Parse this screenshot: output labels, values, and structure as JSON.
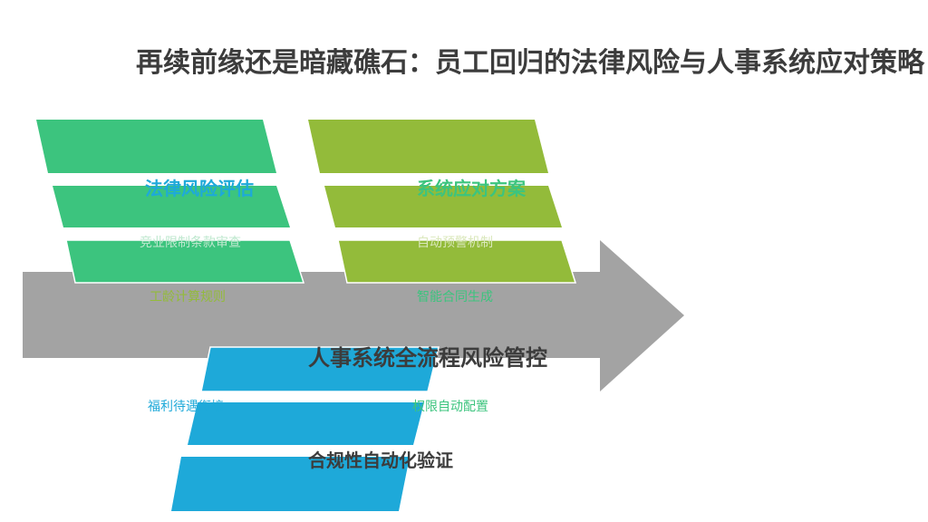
{
  "title": "再续前缘还是暗藏礁石：员工回归的法律风险与人事系统应对策略",
  "colors": {
    "arrow": "#a3a3a3",
    "green": "#3cc47e",
    "olive": "#93bb3a",
    "blue": "#1ea9d9",
    "dark_text": "#3c3c3c"
  },
  "diagram": {
    "center_label": "人事系统全流程风险管控",
    "bottom_label": "合规性自动化验证",
    "group_left": {
      "heading": "法律风险评估",
      "items": [
        "竞业限制条款审查",
        "工龄计算规则"
      ]
    },
    "group_right": {
      "heading": "系统应对方案",
      "items": [
        "自动预警机制",
        "智能合同生成"
      ]
    },
    "group_bottom": {
      "items": [
        "福利待遇衔接",
        "权限自动配置"
      ]
    }
  }
}
